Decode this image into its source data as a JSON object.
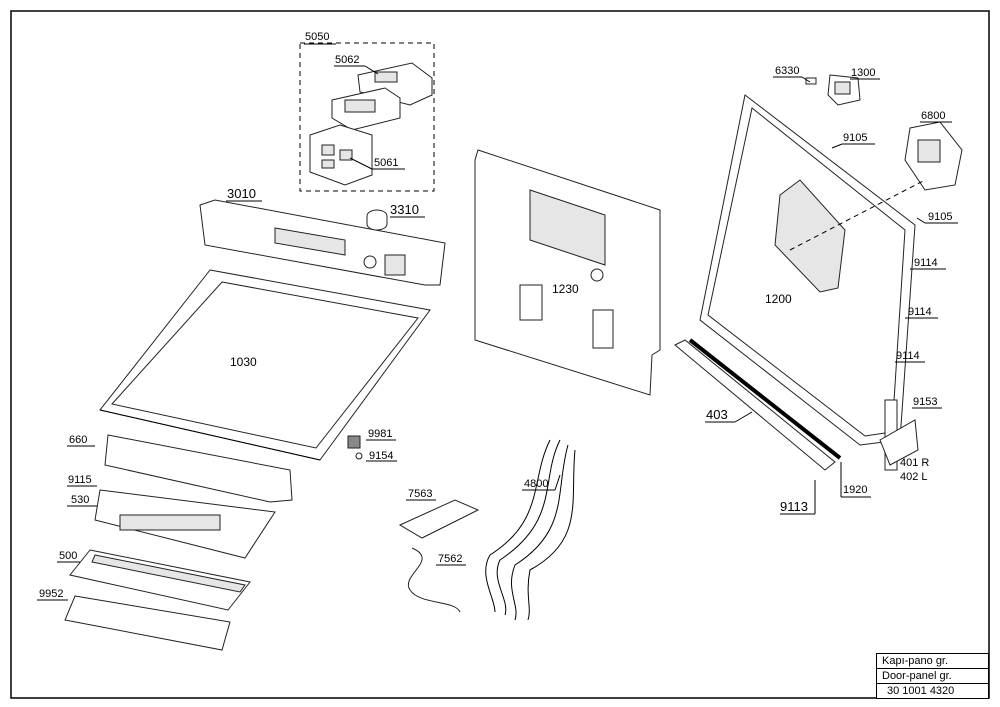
{
  "labels": {
    "l5050": "5050",
    "l5062": "5062",
    "l5061": "5061",
    "l3010": "3010",
    "l3310": "3310",
    "l1230": "1230",
    "l1030": "1030",
    "l1200": "1200",
    "l6330": "6330",
    "l1300": "1300",
    "l6800": "6800",
    "l9105a": "9105",
    "l9105b": "9105",
    "l9114a": "9114",
    "l9114b": "9114",
    "l9114c": "9114",
    "l9153": "9153",
    "l401": "401 R",
    "l402": "402 L",
    "l403": "403",
    "l1920": "1920",
    "l9113": "9113",
    "l4800": "4800",
    "l7563": "7563",
    "l7562": "7562",
    "l9981": "9981",
    "l9154": "9154",
    "l660": "660",
    "l9115": "9115",
    "l530": "530",
    "l500": "500",
    "l9952": "9952"
  },
  "title_block": {
    "line1": "Kapı-pano gr.",
    "line2": "Door-panel gr.",
    "code": "30 1001 4320"
  }
}
